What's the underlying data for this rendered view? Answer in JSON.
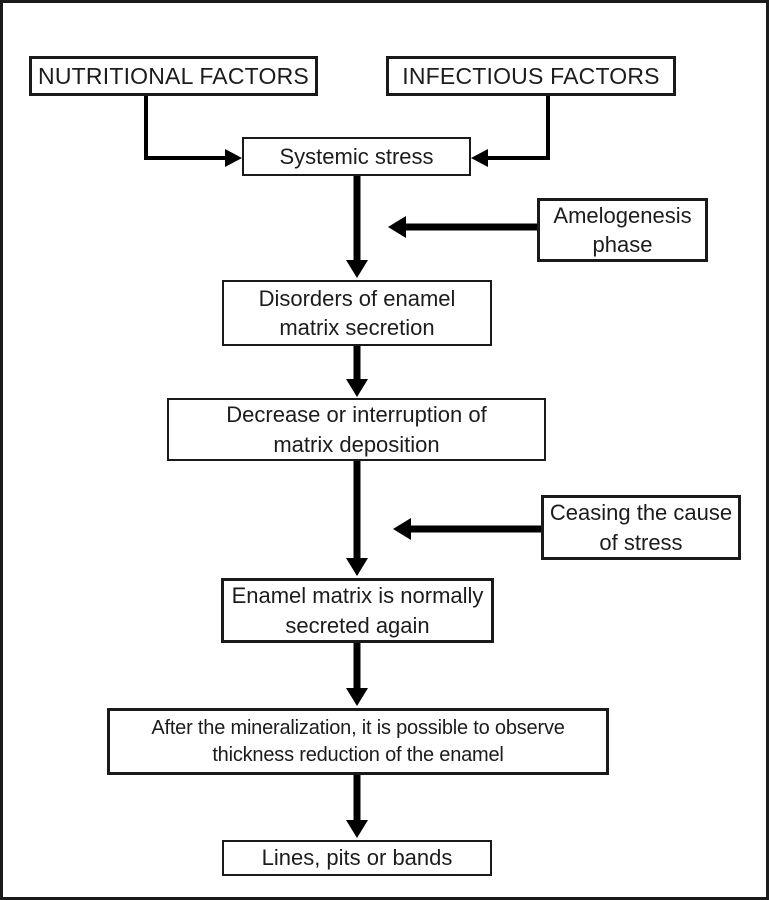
{
  "figure": {
    "type": "flowchart",
    "background": "#ffffff",
    "border_color": "#1a1a1a",
    "line_color": "#000000",
    "text_color": "#1c1c1c"
  },
  "nodes": {
    "nutritional_factors": {
      "label": "NUTRITIONAL FACTORS"
    },
    "infectious_factors": {
      "label": "INFECTIOUS FACTORS"
    },
    "systemic_stress": {
      "label": "Systemic stress"
    },
    "amelogenesis_phase": {
      "lines": [
        "Amelogenesis",
        "phase"
      ]
    },
    "disorders_secretion": {
      "lines": [
        "Disorders of enamel",
        "matrix secretion"
      ]
    },
    "decrease_deposition": {
      "lines": [
        "Decrease or interruption of",
        "matrix deposition"
      ]
    },
    "ceasing_stress": {
      "lines": [
        "Ceasing the cause",
        "of stress"
      ]
    },
    "enamel_secreted_again": {
      "lines": [
        "Enamel matrix is normally",
        "secreted again"
      ]
    },
    "after_mineralization": {
      "lines": [
        "After the mineralization, it is possible to observe",
        "thickness reduction of the enamel"
      ]
    },
    "lines_pits_bands": {
      "label": "Lines, pits or bands"
    }
  },
  "edges": [
    {
      "from": "nutritional_factors",
      "to": "systemic_stress"
    },
    {
      "from": "infectious_factors",
      "to": "systemic_stress"
    },
    {
      "from": "systemic_stress",
      "to": "disorders_secretion"
    },
    {
      "from": "amelogenesis_phase",
      "to": "systemic_stress_arrow"
    },
    {
      "from": "disorders_secretion",
      "to": "decrease_deposition"
    },
    {
      "from": "decrease_deposition",
      "to": "enamel_secreted_again"
    },
    {
      "from": "ceasing_stress",
      "to": "decrease_deposition_arrow"
    },
    {
      "from": "enamel_secreted_again",
      "to": "after_mineralization"
    },
    {
      "from": "after_mineralization",
      "to": "lines_pits_bands"
    }
  ]
}
